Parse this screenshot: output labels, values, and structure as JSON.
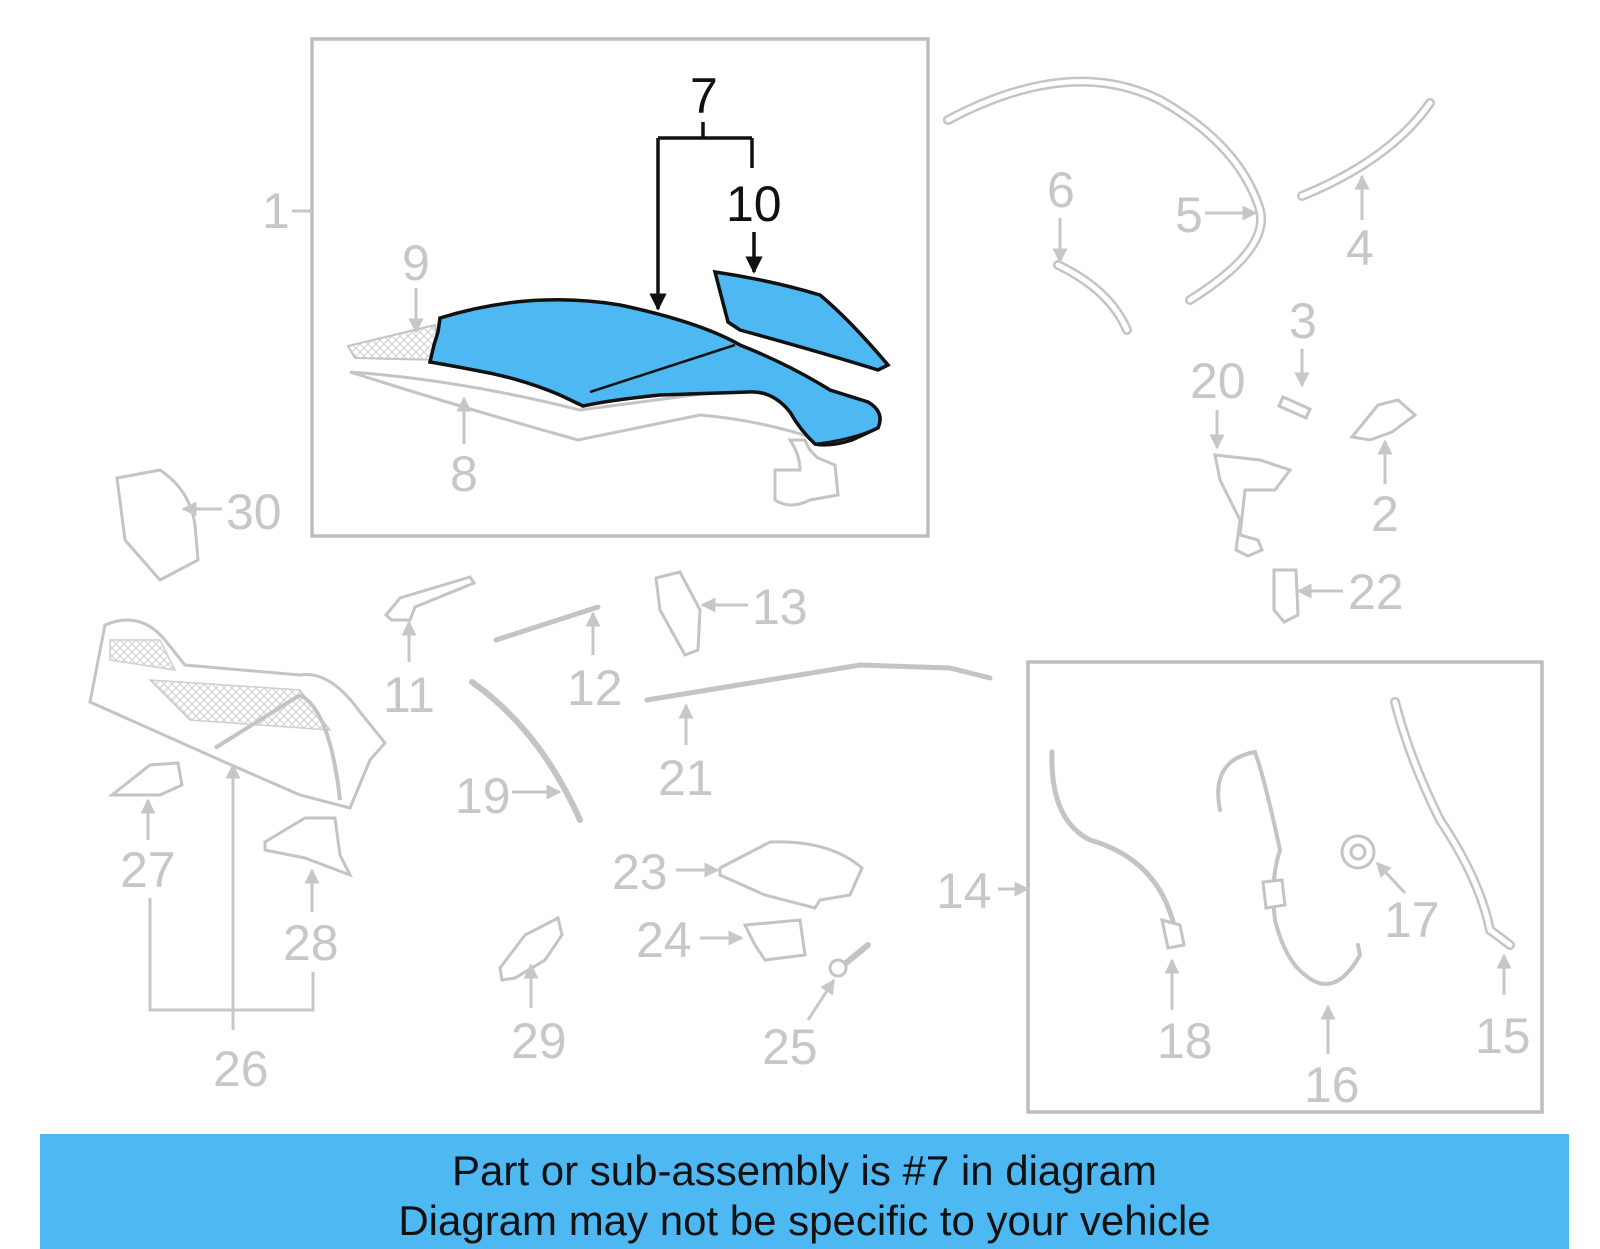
{
  "banner": {
    "line1": "Part or sub-assembly is #7 in diagram",
    "line2": "Diagram may not be specific to your vehicle"
  },
  "highlight_color": "#4db8f2",
  "highlighted_part": "7",
  "callouts": [
    "1",
    "2",
    "3",
    "4",
    "5",
    "6",
    "7",
    "8",
    "9",
    "10",
    "11",
    "12",
    "13",
    "14",
    "15",
    "16",
    "17",
    "18",
    "19",
    "20",
    "21",
    "22",
    "23",
    "24",
    "25",
    "26",
    "27",
    "28",
    "29",
    "30"
  ]
}
